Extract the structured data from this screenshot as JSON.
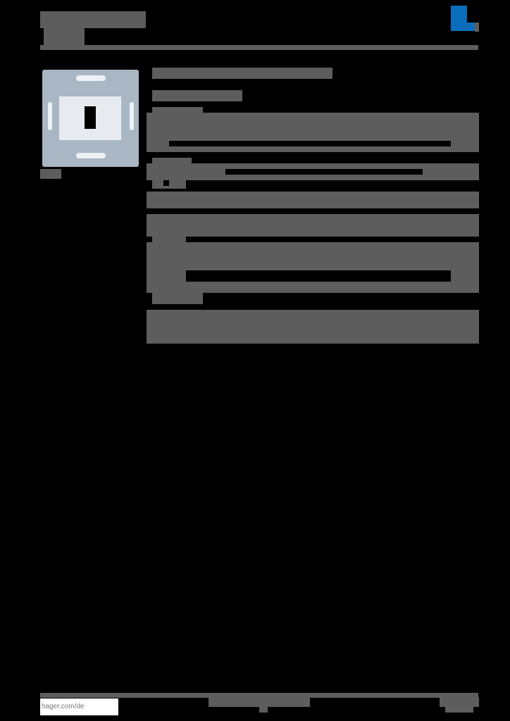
{
  "header": {
    "logo": "hager-logo",
    "logo_color": "#0a6ebd"
  },
  "product": {
    "image": "device-module-mounting-plate"
  },
  "footer": {
    "link": "hager.com/de"
  },
  "colors": {
    "background": "#000000",
    "text_block": "#5c5d5c",
    "brand": "#0a6ebd"
  }
}
